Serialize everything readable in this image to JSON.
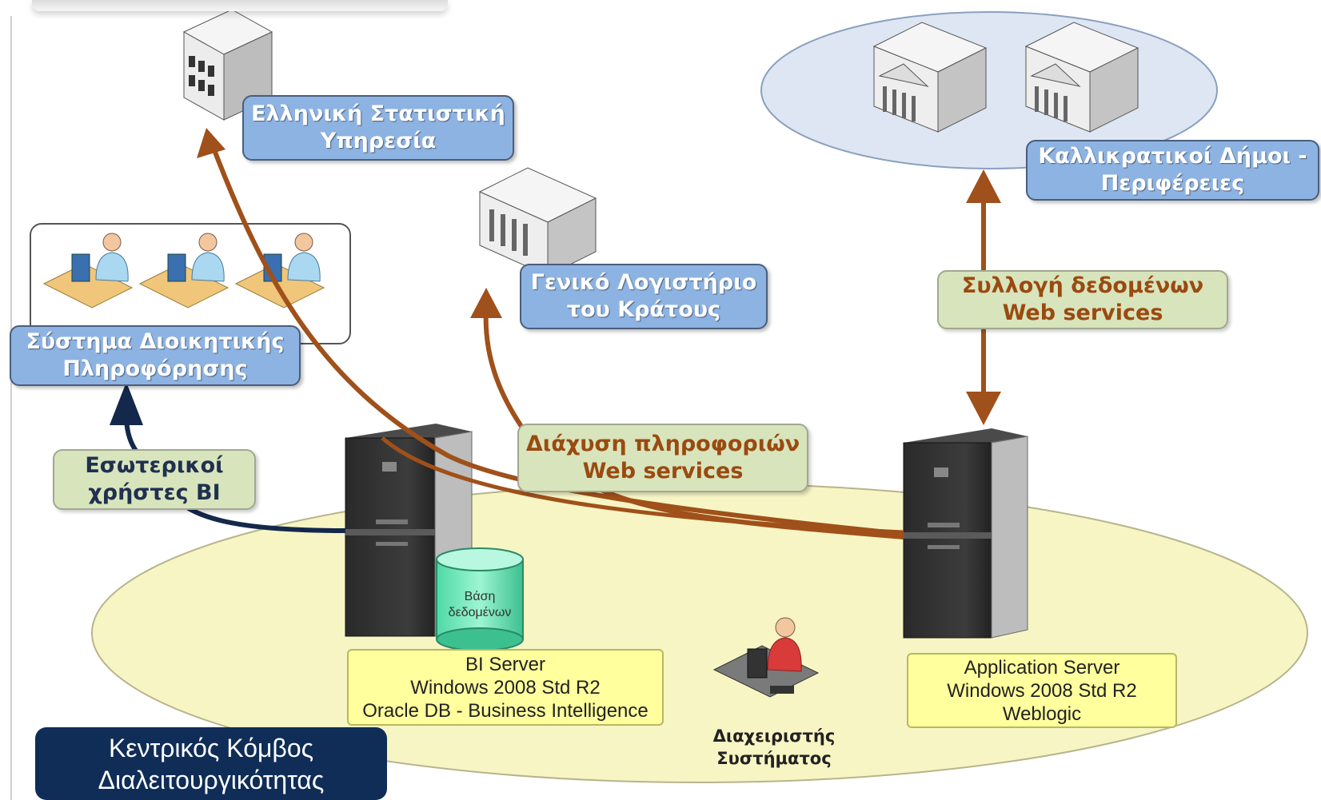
{
  "nodes": {
    "elstat": {
      "line1": "Ελληνική Στατιστική",
      "line2": "Υπηρεσία"
    },
    "gl": {
      "line1": "Γενικό Λογιστήριο",
      "line2": "του Κράτους"
    },
    "municipal": {
      "line1": "Καλλικρατικοί Δήμοι -",
      "line2": "Περιφέρειες"
    },
    "mis": {
      "line1": "Σύστημα Διοικητικής",
      "line2": "Πληροφόρησης"
    }
  },
  "flows": {
    "internal_users": {
      "line1": "Εσωτερικοί",
      "line2": "χρήστες BI"
    },
    "dissemination": {
      "line1": "Διάχυση πληροφοριών",
      "line2": "Web services"
    },
    "collection": {
      "line1": "Συλλογή δεδομένων",
      "line2": "Web services"
    }
  },
  "servers": {
    "bi": {
      "line1": "BI Server",
      "line2": "Windows 2008 Std R2",
      "line3": "Oracle DB - Business Intelligence"
    },
    "app": {
      "line1": "Application Server",
      "line2": "Windows 2008 Std R2",
      "line3": "Weblogic"
    }
  },
  "database": {
    "line1": "Βάση",
    "line2": "δεδομένων"
  },
  "admin": {
    "line1": "Διαχειριστής",
    "line2": "Συστήματος"
  },
  "hub": {
    "line1": "Κεντρικός Κόμβος",
    "line2": "Διαλειτουργικότητας"
  },
  "colors": {
    "flow_arrow": "#a0501a",
    "internal_arrow": "#13284a",
    "hub_ellipse": "#f7f5c4",
    "municipal_ellipse": "#dde6f2"
  }
}
